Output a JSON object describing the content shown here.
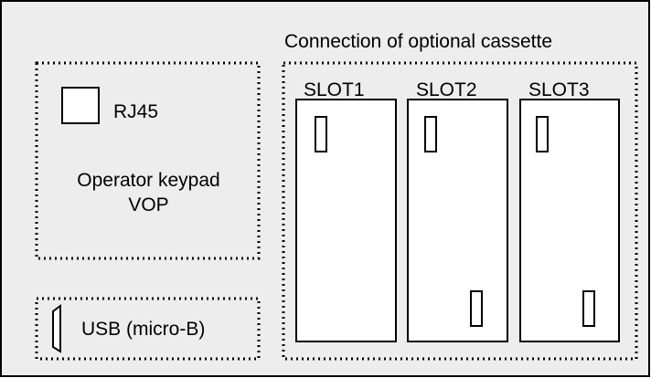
{
  "colors": {
    "background": "#ededed",
    "line": "#000000",
    "slot_fill": "#ffffff"
  },
  "cassette": {
    "title": "Connection of optional cassette",
    "slots": [
      {
        "label": "SLOT1",
        "bottom_connector": false
      },
      {
        "label": "SLOT2",
        "bottom_connector": true
      },
      {
        "label": "SLOT3",
        "bottom_connector": true
      }
    ]
  },
  "keypad": {
    "port_label": "RJ45",
    "title_line1": "Operator keypad",
    "title_line2": "VOP"
  },
  "usb": {
    "label": "USB (micro-B)",
    "icon": "micro-usb-icon"
  }
}
